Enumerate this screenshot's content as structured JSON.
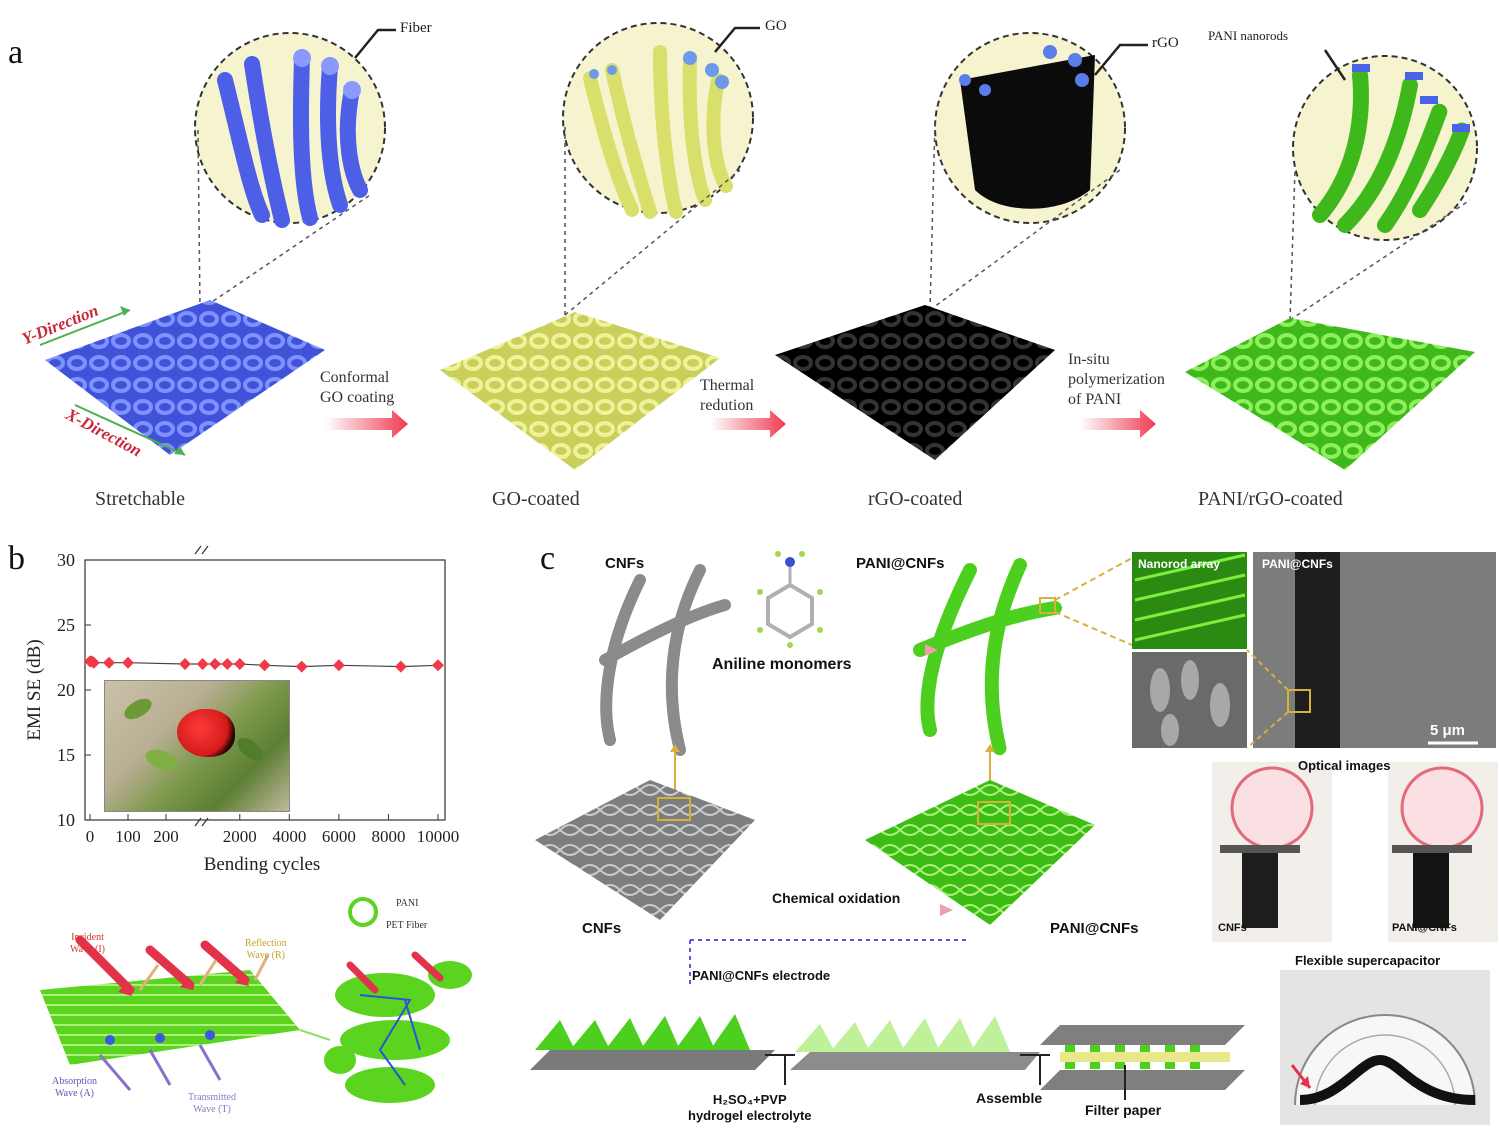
{
  "panel_a": {
    "letter": "a",
    "callouts": [
      "Fiber",
      "GO",
      "rGO",
      "PANI nanorods"
    ],
    "directions": {
      "y": "Y-Direction",
      "x": "X-Direction"
    },
    "steps": [
      {
        "label": "Conformal GO coating",
        "lines": [
          "Conformal",
          "GO coating"
        ]
      },
      {
        "label": "Thermal redution",
        "lines": [
          "Thermal",
          "redution"
        ]
      },
      {
        "label": "In-situ polymerization of PANI",
        "lines": [
          "In-situ",
          "polymerization",
          "of PANI"
        ]
      }
    ],
    "captions": [
      "Stretchable",
      "GO-coated",
      "rGO-coated",
      "PANI/rGO-coated"
    ],
    "colors": {
      "stretchable": "#5a6ef0",
      "go": "#e3ea8a",
      "rgo": "#141414",
      "pani": "#5bd42a",
      "arrow": "#ee3b50",
      "zoom_bg": "#f6f3cf"
    }
  },
  "panel_b": {
    "letter": "b",
    "inset_label": "rose photo inset",
    "schematic": {
      "legend": [
        "PANI",
        "PET Fiber"
      ],
      "incident": [
        "Incident",
        "Wave (I)"
      ],
      "reflection": [
        "Reflection",
        "Wave (R)"
      ],
      "absorption": [
        "Absorption",
        "Wave (A)"
      ],
      "transmitted": [
        "Transmitted",
        "Wave (T)"
      ]
    }
  },
  "chart_data": {
    "type": "scatter",
    "title": "",
    "xlabel": "Bending cycles",
    "ylabel": "EMI SE (dB)",
    "ylim": [
      10,
      30
    ],
    "yticks": [
      "10",
      "15",
      "20",
      "25",
      "30"
    ],
    "xticks_left": [
      "0",
      "100",
      "200"
    ],
    "xticks_right": [
      "2000",
      "4000",
      "6000",
      "8000",
      "10000"
    ],
    "broken_x_axis": true,
    "grid": false,
    "series": [
      {
        "color": "#f03a4a",
        "points": [
          {
            "x": 0,
            "y": 22.2
          },
          {
            "x": 5,
            "y": 22.2
          },
          {
            "x": 10,
            "y": 22.1
          },
          {
            "x": 50,
            "y": 22.1
          },
          {
            "x": 100,
            "y": 22.1
          },
          {
            "x": 250,
            "y": 22.0
          },
          {
            "x": 500,
            "y": 22.0
          },
          {
            "x": 1000,
            "y": 22.0
          },
          {
            "x": 1500,
            "y": 22.0
          },
          {
            "x": 2000,
            "y": 22.0
          },
          {
            "x": 3000,
            "y": 21.9
          },
          {
            "x": 4500,
            "y": 21.8
          },
          {
            "x": 6000,
            "y": 21.9
          },
          {
            "x": 8500,
            "y": 21.8
          },
          {
            "x": 10000,
            "y": 21.9
          }
        ]
      }
    ]
  },
  "panel_c": {
    "letter": "c",
    "labels": {
      "cnfs_top": "CNFs",
      "pani_cnfs_top": "PANI@CNFs",
      "aniline": "Aniline monomers",
      "nanorod_array": "Nanorod array",
      "sem_label": "PANI@CNFs",
      "scale": "5 μm",
      "optical": "Optical images",
      "cnfs_mid": "CNFs",
      "chemical_oxidation": "Chemical oxidation",
      "pani_cnfs_mid": "PANI@CNFs",
      "optical_cnfs": "CNFs",
      "optical_pani": "PANI@CNFs",
      "electrode": "PANI@CNFs electrode",
      "electrolyte_1": "H₂SO₄+PVP",
      "electrolyte_2": "hydrogel electrolyte",
      "assemble": "Assemble",
      "filter": "Filter paper",
      "flexible": "Flexible supercapacitor"
    },
    "colors": {
      "gray_fiber": "#8a8c8c",
      "green_fiber": "#4ccf1e",
      "dashed": "#5a5ad8",
      "callout": "#d7b13a"
    }
  }
}
